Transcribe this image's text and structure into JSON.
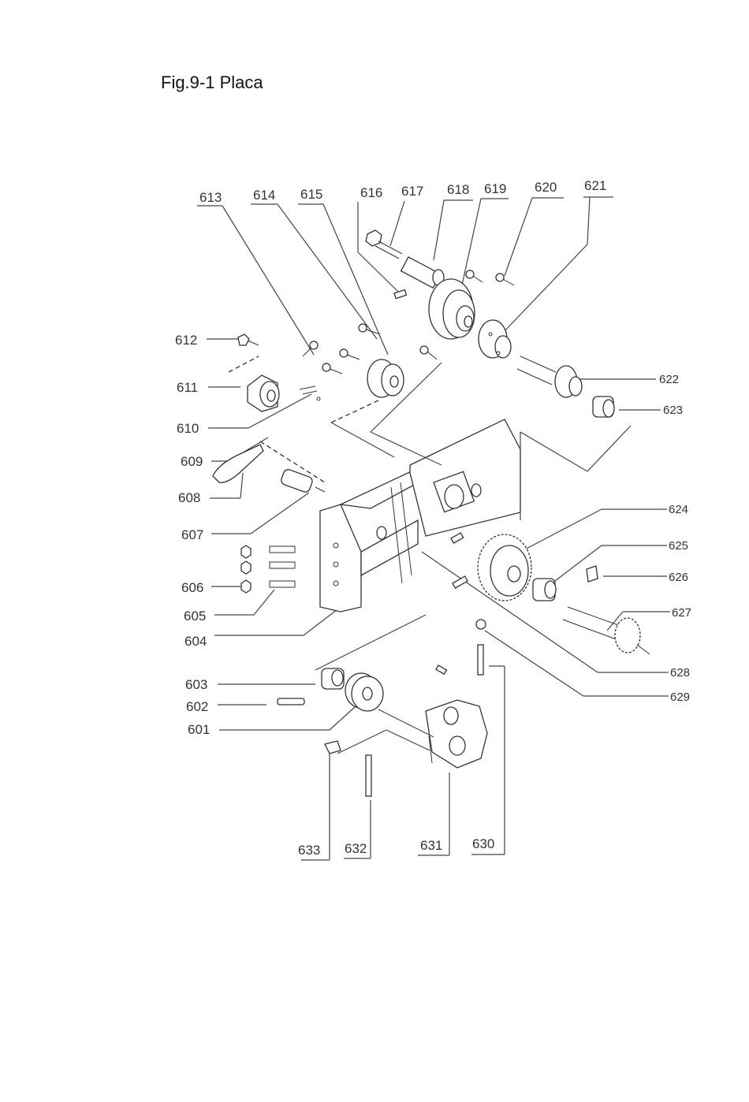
{
  "title": "Fig.9-1 Placa",
  "parts": [
    {
      "id": "613",
      "label": "613"
    },
    {
      "id": "614",
      "label": "614"
    },
    {
      "id": "615",
      "label": "615"
    },
    {
      "id": "616",
      "label": "616"
    },
    {
      "id": "617",
      "label": "617"
    },
    {
      "id": "618",
      "label": "618"
    },
    {
      "id": "619",
      "label": "619"
    },
    {
      "id": "620",
      "label": "620"
    },
    {
      "id": "621",
      "label": "621"
    },
    {
      "id": "612",
      "label": "612"
    },
    {
      "id": "611",
      "label": "611"
    },
    {
      "id": "610",
      "label": "610"
    },
    {
      "id": "609",
      "label": "609"
    },
    {
      "id": "608",
      "label": "608"
    },
    {
      "id": "607",
      "label": "607"
    },
    {
      "id": "606",
      "label": "606"
    },
    {
      "id": "605",
      "label": "605"
    },
    {
      "id": "604",
      "label": "604"
    },
    {
      "id": "603",
      "label": "603"
    },
    {
      "id": "602",
      "label": "602"
    },
    {
      "id": "601",
      "label": "601"
    },
    {
      "id": "622",
      "label": "622"
    },
    {
      "id": "623",
      "label": "623"
    },
    {
      "id": "624",
      "label": "624"
    },
    {
      "id": "625",
      "label": "625"
    },
    {
      "id": "626",
      "label": "626"
    },
    {
      "id": "627",
      "label": "627"
    },
    {
      "id": "628",
      "label": "628"
    },
    {
      "id": "629",
      "label": "629"
    },
    {
      "id": "633",
      "label": "633"
    },
    {
      "id": "632",
      "label": "632"
    },
    {
      "id": "631",
      "label": "631"
    },
    {
      "id": "630",
      "label": "630"
    }
  ]
}
